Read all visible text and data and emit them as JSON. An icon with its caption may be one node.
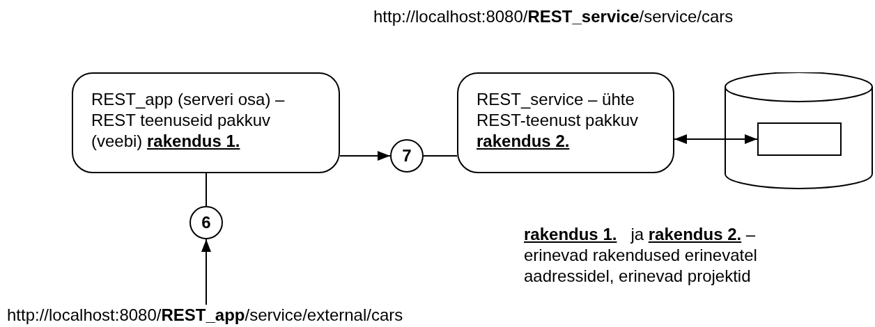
{
  "diagram": {
    "nodes": [
      {
        "text": [
          "REST_app (serveri osa) – REST teenuseid pakkuv (veebi) **rakendus 1.**"
        ]
      },
      {
        "text": [
          "7"
        ]
      },
      {
        "text": [
          "REST_service – ühte REST-teenust pakkuv **rakendus 2.**"
        ]
      },
      {
        "text": [],
        "shape": "cylinder"
      },
      {
        "text": [],
        "shape": "box",
        "in": 3
      },
      {
        "text": [
          "6"
        ]
      },
      {
        "text": [
          "http://localhost:8080/**REST_app**/service/external/cars"
        ]
      }
    ],
    "edges": [
      {
        "from": 0,
        "to": 1,
        "arrow": "to"
      },
      {
        "from": 1,
        "to": 2,
        "arrow": "none"
      },
      {
        "from": 2,
        "to": 4,
        "arrow": "both"
      },
      {
        "from": 6,
        "to": 5,
        "arrow": "to"
      },
      {
        "from": 5,
        "to": 0,
        "arrow": "none"
      }
    ],
    "labels": [
      "http://localhost:8080/**REST_service**/service/cars",
      "**rakendus 1.**   ja **rakendus 2.** – erinevad rakendused erinevatel aadressidel, erinevad projektid"
    ]
  }
}
